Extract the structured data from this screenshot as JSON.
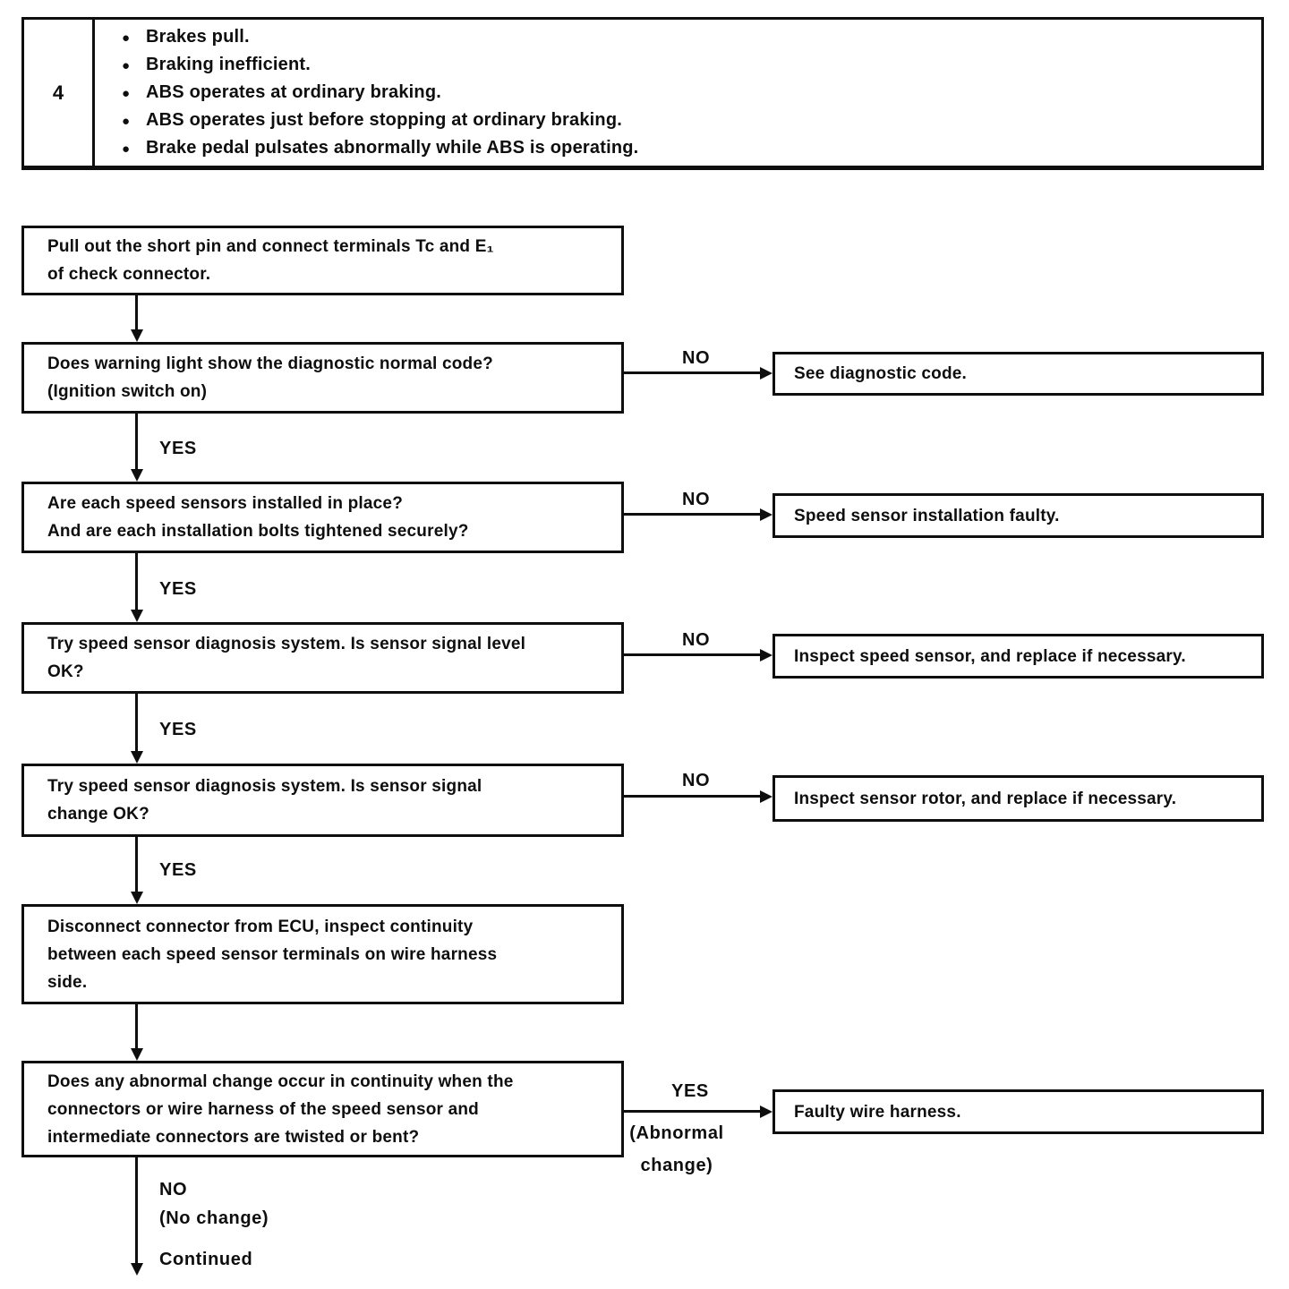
{
  "page": {
    "background": "#ffffff",
    "ink": "#0e0e0e"
  },
  "symptom_table": {
    "row_number": "4",
    "bullet_glyph": "●",
    "symptoms": [
      "Brakes pull.",
      "Braking inefficient.",
      "ABS operates at ordinary braking.",
      "ABS operates just before stopping at ordinary braking.",
      "Brake pedal pulsates abnormally while ABS is operating."
    ]
  },
  "flowchart": {
    "steps": [
      [
        "Pull out the short pin and connect terminals Tc and E₁",
        "of check connector."
      ],
      [
        "Does warning light show the diagnostic normal code?",
        "(Ignition switch on)"
      ],
      [
        "Are each speed sensors installed in place?",
        "And are each installation bolts tightened securely?"
      ],
      [
        "Try speed sensor diagnosis system. Is sensor signal level",
        "OK?"
      ],
      [
        "Try speed sensor diagnosis system. Is sensor signal",
        "change OK?"
      ],
      [
        "Disconnect connector from ECU, inspect continuity",
        "between each speed sensor terminals on wire harness",
        "side."
      ],
      [
        "Does any abnormal change occur in continuity when the",
        "connectors or wire harness of the speed sensor and",
        "intermediate connectors are twisted or bent?"
      ]
    ],
    "results": [
      "See diagnostic code.",
      "Speed sensor installation faulty.",
      "Inspect speed sensor, and replace if necessary.",
      "Inspect sensor rotor, and replace if necessary.",
      "Faulty wire harness."
    ],
    "labels": {
      "yes": "YES",
      "no": "NO",
      "abnormal_lines": [
        "(Abnormal",
        "change)"
      ],
      "no_change": "(No change)",
      "continued": "Continued"
    }
  }
}
